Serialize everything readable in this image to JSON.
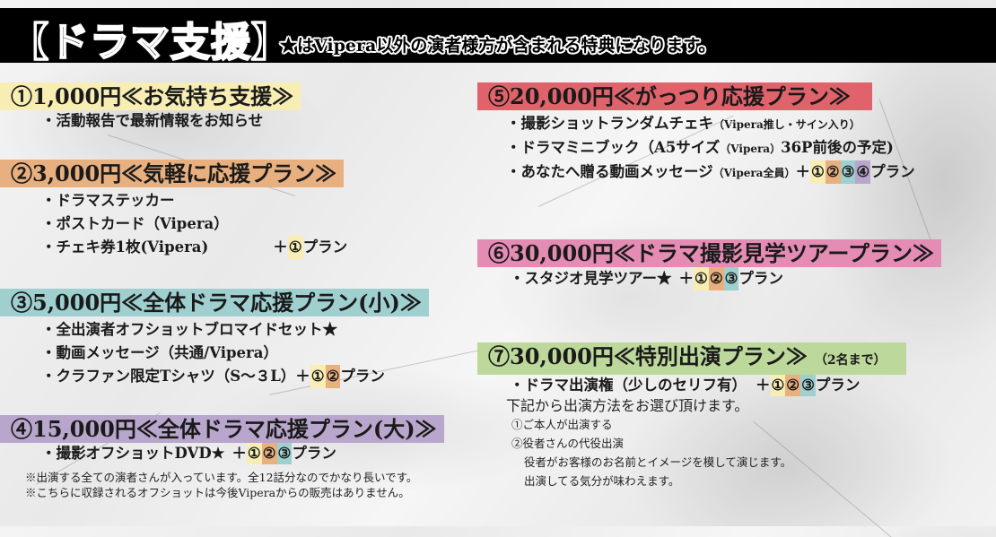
{
  "header": {
    "title": "【ドラマ支援】",
    "note": "★はVipera以外の演者様方が含まれる特典になります。",
    "background": "#000000"
  },
  "plan_suffix": "プラン",
  "plus": "＋",
  "badges": {
    "1": {
      "label": "①",
      "color": "#f8eeb4"
    },
    "2": {
      "label": "②",
      "color": "#e9b07f"
    },
    "3": {
      "label": "③",
      "color": "#9fcfcf"
    },
    "4": {
      "label": "④",
      "color": "#b9a6cc"
    }
  },
  "plans": [
    {
      "title": "①1,000円≪お気持ち支援≫",
      "color": "#f8eeb4",
      "items": [
        "・活動報告で最新情報をお知らせ"
      ]
    },
    {
      "title": "②3,000円≪気軽に応援プラン≫",
      "color": "#e9b07f",
      "items": [
        "・ドラマステッカー",
        "・ポストカード（Vipera）",
        "・チェキ券1枚(Vipera)"
      ],
      "includes": [
        "①"
      ]
    },
    {
      "title": "③5,000円≪全体ドラマ応援プラン(小)≫",
      "color": "#9fcfcf",
      "items": [
        "・全出演者オフショットブロマイドセット★",
        "・動画メッセージ（共通/Vipera）",
        "・クラファン限定Tシャツ（S～３L）"
      ],
      "includes": [
        "①",
        "②"
      ]
    },
    {
      "title": "④15,000円≪全体ドラマ応援プラン(大)≫",
      "color": "#b9a6cc",
      "items": [
        "・撮影オフショットDVD★"
      ],
      "includes": [
        "①",
        "②",
        "③"
      ],
      "notes": [
        "※出演する全ての演者さんが入っています。全12話分なのでかなり長いです。",
        "※こちらに収録されるオフショットは今後Viperaからの販売はありません。"
      ]
    },
    {
      "title": "⑤20,000円≪がっつり応援プラン≫",
      "color": "#e0636b",
      "items": [
        {
          "main": "・撮影ショットランダムチェキ",
          "small": "（Vipera推し・サイン入り）"
        },
        {
          "main": "・ドラマミニブック（A5サイズ",
          "small": "（Vipera）",
          "after": "36P前後の予定)"
        },
        {
          "main": "・あなたへ贈る動画メッセージ",
          "small": "（Vipera全員）"
        }
      ],
      "includes": [
        "①",
        "②",
        "③",
        "④"
      ]
    },
    {
      "title": "⑥30,000円≪ドラマ撮影見学ツアープラン≫",
      "color": "#e48cb4",
      "items": [
        "・スタジオ見学ツアー★"
      ],
      "includes": [
        "①",
        "②",
        "③"
      ]
    },
    {
      "title": "⑦30,000円≪特別出演プラン≫",
      "title_suffix": "（2名まで）",
      "color": "#bcd89a",
      "items": [
        "・ドラマ出演権（少しのセリフ有）"
      ],
      "includes": [
        "①",
        "②",
        "③"
      ],
      "details": {
        "intro": "下記から出演方法をお選び頂けます。",
        "options": [
          "①ご本人が出演する",
          "②役者さんの代役出演",
          "役者がお客様のお名前とイメージを模して演じます。",
          "出演してる気分が味わえます。"
        ]
      }
    }
  ]
}
